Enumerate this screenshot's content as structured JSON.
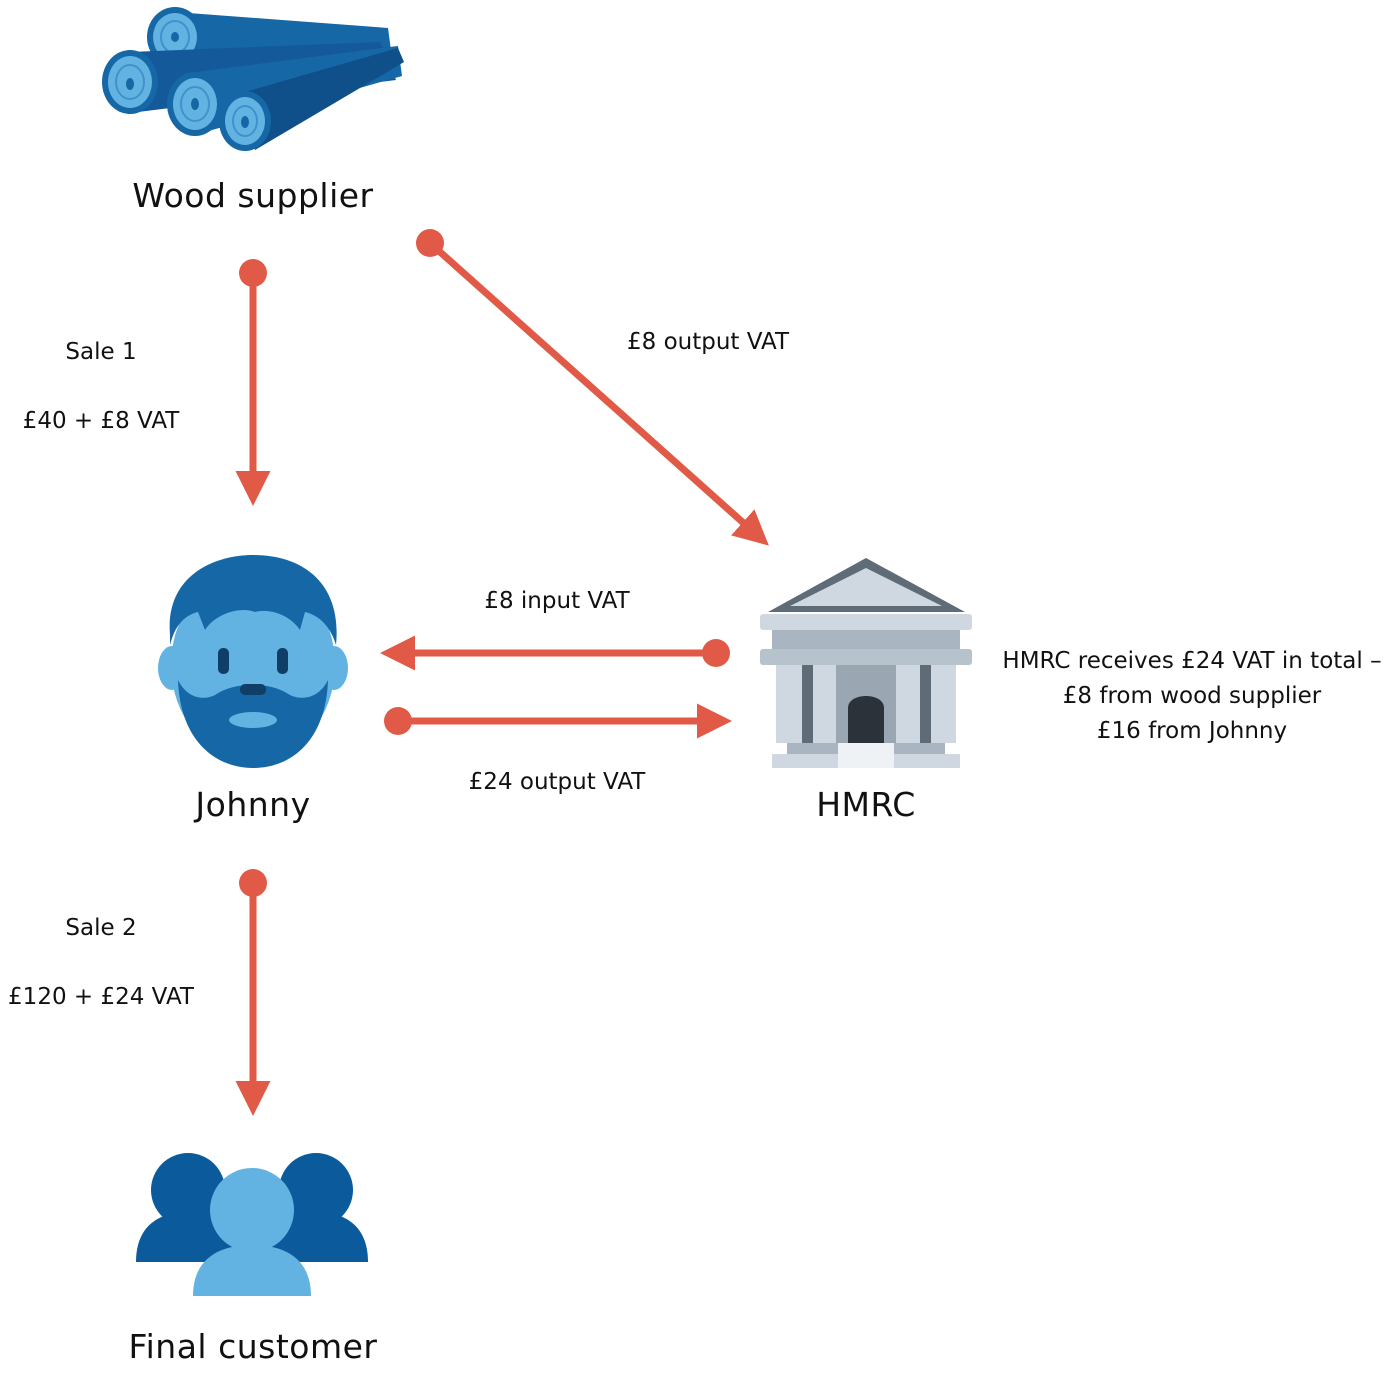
{
  "nodes": {
    "wood_supplier": {
      "label": "Wood supplier",
      "icon": "logs-icon"
    },
    "johnny": {
      "label": "Johnny",
      "icon": "bearded-man-icon"
    },
    "hmrc": {
      "label": "HMRC",
      "icon": "bank-building-icon"
    },
    "final_customer": {
      "label": "Final customer",
      "icon": "user-group-icon"
    }
  },
  "edges": {
    "sale1": {
      "title": "Sale 1",
      "amount": "£40 + £8 VAT"
    },
    "supplier_output_vat": {
      "label": "£8 output VAT"
    },
    "input_vat": {
      "label": "£8 input VAT"
    },
    "johnny_output_vat": {
      "label": "£24 output VAT"
    },
    "sale2": {
      "title": "Sale 2",
      "amount": "£120 + £24 VAT"
    }
  },
  "hmrc_note": {
    "line1": "HMRC receives £24 VAT in total –",
    "line2": "£8 from wood supplier",
    "line3": "£16 from Johnny"
  },
  "colors": {
    "arrow": "#e05a47",
    "dark_blue": "#1567a6",
    "light_blue": "#63b3e2",
    "building_grey": "#cfd8e0",
    "building_dark": "#5f6b77"
  }
}
